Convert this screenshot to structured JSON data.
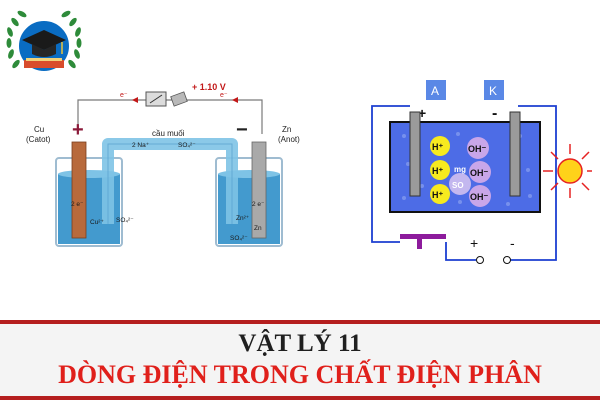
{
  "header": {
    "title_main": "VẬT LÝ 11",
    "title_sub": "DÒNG ĐIỆN TRONG CHẤT ĐIỆN PHÂN"
  },
  "cell_diagram": {
    "voltage": "+ 1.10 V",
    "electron_label": "e⁻",
    "salt_bridge": "cầu muối",
    "bridge_ion_left": "2 Na⁺",
    "bridge_ion_right": "SO₄²⁻",
    "left_electrode_name": "Cu",
    "left_electrode_role": "(Catot)",
    "right_electrode_name": "Zn",
    "right_electrode_role": "(Anot)",
    "plus_sign": "+",
    "minus_sign": "−",
    "left_electrons": "2 e⁻",
    "left_cation": "Cu²⁺",
    "left_anion": "SO₄²⁻",
    "right_electrons": "2 e⁻",
    "right_cation": "Zn²⁺",
    "right_anion": "SO₄²⁻",
    "right_metal": "Zn"
  },
  "electrolysis": {
    "anode_label": "A",
    "cathode_label": "K",
    "plus_sign": "+",
    "minus_sign": "-",
    "cation": "H⁺",
    "anion": "OH⁻",
    "sulfate_partial": "SO",
    "mg_partial": "mg",
    "terminal_plus": "+",
    "terminal_minus": "-"
  },
  "colors": {
    "accent_red": "#e0201b",
    "rule_red": "#b51e1e",
    "logo_blue": "#0a6cc2",
    "laurel_green": "#2e8b3a",
    "electrolyte_blue": "#4d6ce6",
    "cation_yellow": "#f7ea1f",
    "anion_lavender": "#c9a6e9",
    "circuit_blue": "#1c3fd1",
    "sun_yellow": "#ffd21a",
    "sun_red": "#e62222"
  }
}
